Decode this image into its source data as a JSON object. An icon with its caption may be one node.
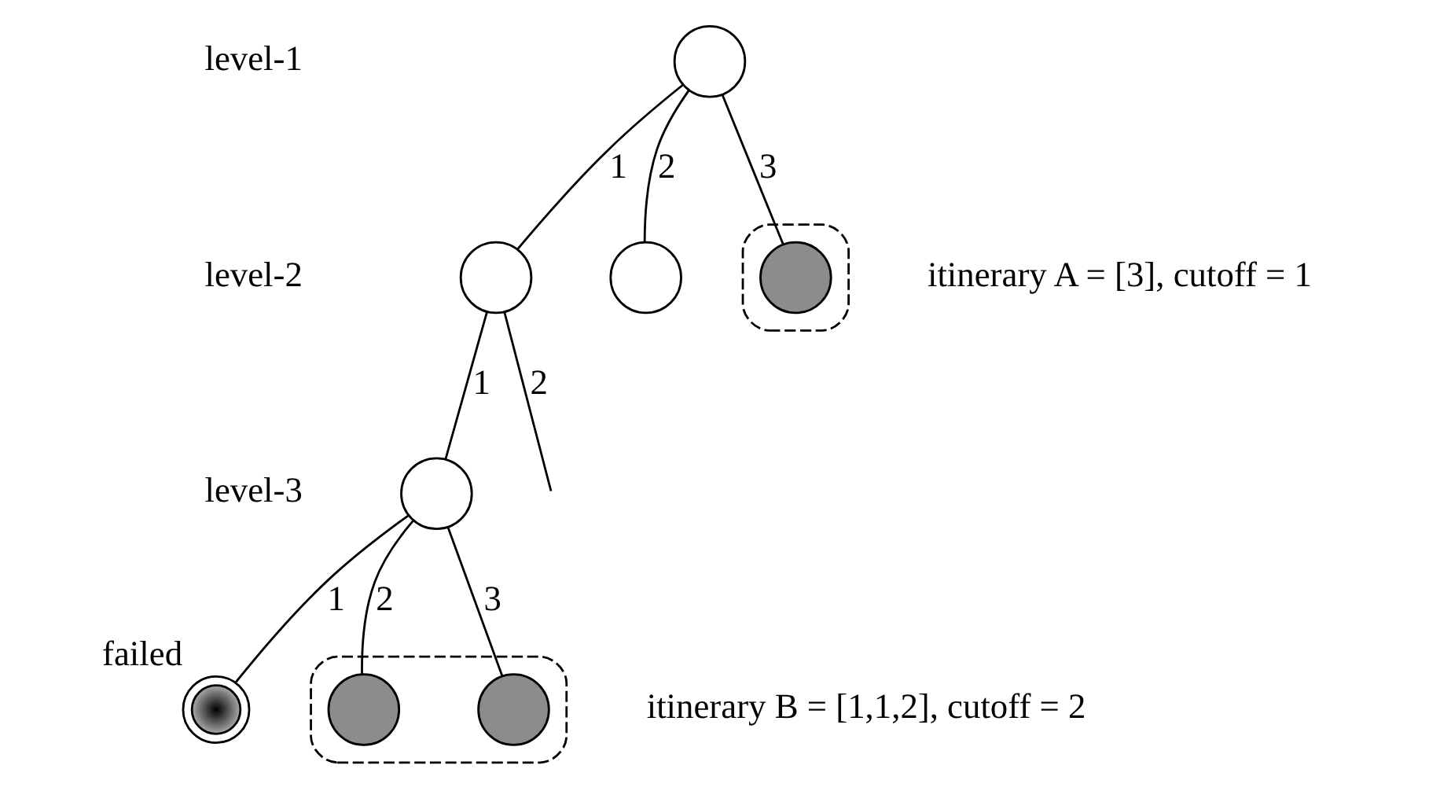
{
  "diagram": {
    "nodes": [
      {
        "text": [],
        "shape": "circle"
      },
      {
        "text": [],
        "shape": "circle"
      },
      {
        "text": [],
        "shape": "circle"
      },
      {
        "text": [],
        "shape": "box",
        "beside": [
          "itinerary A = [3], cutoff = 1"
        ]
      },
      {
        "text": [],
        "shape": "circle",
        "in": 3
      },
      {
        "text": [],
        "shape": "circle"
      },
      {
        "text": [],
        "shape": "circle",
        "beside": [
          "failed"
        ]
      },
      {
        "text": [],
        "shape": "box",
        "beside": [
          "itinerary B = [1,1,2], cutoff = 2"
        ]
      },
      {
        "text": [],
        "shape": "circle",
        "in": 7
      },
      {
        "text": [],
        "shape": "circle",
        "in": 7
      }
    ],
    "edges": [
      {
        "from": 0,
        "to": 1,
        "arrow": "none",
        "label": "1"
      },
      {
        "from": 0,
        "to": 2,
        "arrow": "none",
        "label": "2"
      },
      {
        "from": 0,
        "to": 4,
        "arrow": "none",
        "label": "3"
      },
      {
        "from": 1,
        "to": 5,
        "arrow": "none",
        "label": "1"
      },
      {
        "from": 1,
        "to": null,
        "arrow": "none",
        "label": "2"
      },
      {
        "from": 5,
        "to": 6,
        "arrow": "none",
        "label": "1"
      },
      {
        "from": 5,
        "to": 8,
        "arrow": "none",
        "label": "2"
      },
      {
        "from": 5,
        "to": 9,
        "arrow": "none",
        "label": "3"
      }
    ],
    "labels": [
      "level-1",
      "level-2",
      "level-3"
    ]
  }
}
